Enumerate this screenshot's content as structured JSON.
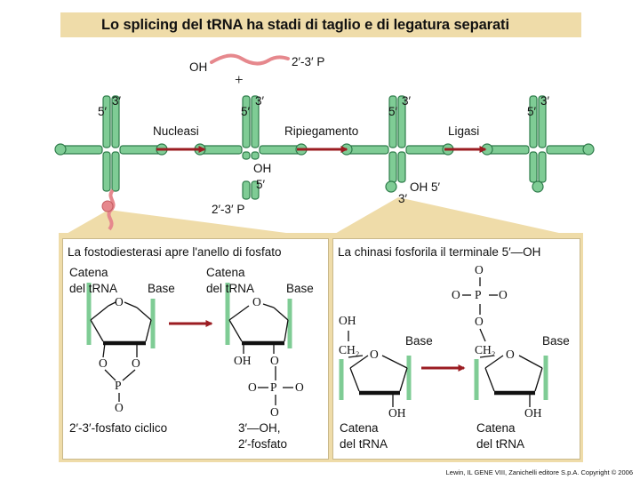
{
  "title": "Lo splicing del tRNA ha stadi di taglio e di legatura separati",
  "intron": {
    "oh": "OH",
    "end": "2′-3′ P",
    "plus": "+"
  },
  "top": {
    "five_prime": "5′",
    "three_prime": "3′",
    "steps": [
      "Nucleasi",
      "Ripiegamento",
      "Ligasi"
    ],
    "cut_oh": "OH",
    "cut_5": "5′",
    "cut_p": "2′-3′ P",
    "fold_oh5": "OH 5′",
    "fold_3": "3′"
  },
  "left_panel": {
    "title": "La fostodiesterasi apre l'anello di fosfato",
    "chain": [
      "Catena",
      "del tRNA"
    ],
    "base": "Base",
    "ring_o": "O",
    "cyclic_label": "2′-3′-fosfato ciclico",
    "open_label": [
      "3′—OH,",
      "2′-fosfato"
    ],
    "oh": "OH",
    "o": "O",
    "p": "P"
  },
  "right_panel": {
    "title": "La chinasi fosforila il terminale 5′—OH",
    "chain": [
      "Catena",
      "del tRNA"
    ],
    "base": "Base",
    "oh": "OH",
    "ch2": "CH₂",
    "o": "O",
    "p": "P"
  },
  "credit": "Lewin, IL GENE VIII, Zanichelli editore S.p.A. Copyright © 2006",
  "colors": {
    "trna": "#7fcc95",
    "trna_edge": "#2e7b4a",
    "intron": "#e6888d",
    "arrow": "#9b1c22",
    "panel": "#efdca9",
    "bond": "#111111"
  }
}
